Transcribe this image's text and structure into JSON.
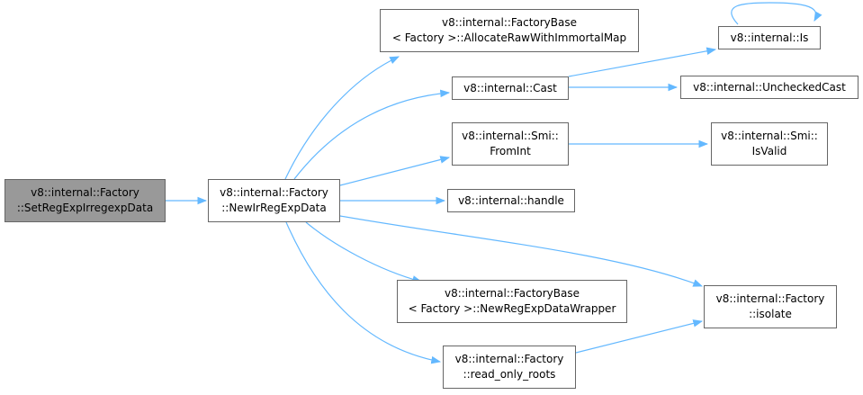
{
  "graph": {
    "colors": {
      "edge": "#63b8ff",
      "root_fill": "#999999",
      "node_fill": "#ffffff",
      "border": "#666666"
    },
    "nodes": {
      "set_regexp_irregexp_data": {
        "lines": [
          "v8::internal::Factory",
          "::SetRegExpIrregexpData"
        ]
      },
      "new_ir_regexp_data": {
        "lines": [
          "v8::internal::Factory",
          "::NewIrRegExpData"
        ]
      },
      "allocate_raw_with_immortal_map": {
        "lines": [
          "v8::internal::FactoryBase",
          "< Factory >::AllocateRawWithImmortalMap"
        ]
      },
      "cast": {
        "lines": [
          "v8::internal::Cast"
        ]
      },
      "smi_from_int": {
        "lines": [
          "v8::internal::Smi::",
          "FromInt"
        ]
      },
      "handle": {
        "lines": [
          "v8::internal::handle"
        ]
      },
      "new_regexp_data_wrapper": {
        "lines": [
          "v8::internal::FactoryBase",
          "< Factory >::NewRegExpDataWrapper"
        ]
      },
      "read_only_roots": {
        "lines": [
          "v8::internal::Factory",
          "::read_only_roots"
        ]
      },
      "is": {
        "lines": [
          "v8::internal::Is"
        ]
      },
      "unchecked_cast": {
        "lines": [
          "v8::internal::UncheckedCast"
        ]
      },
      "smi_is_valid": {
        "lines": [
          "v8::internal::Smi::",
          "IsValid"
        ]
      },
      "isolate": {
        "lines": [
          "v8::internal::Factory",
          "::isolate"
        ]
      }
    }
  }
}
